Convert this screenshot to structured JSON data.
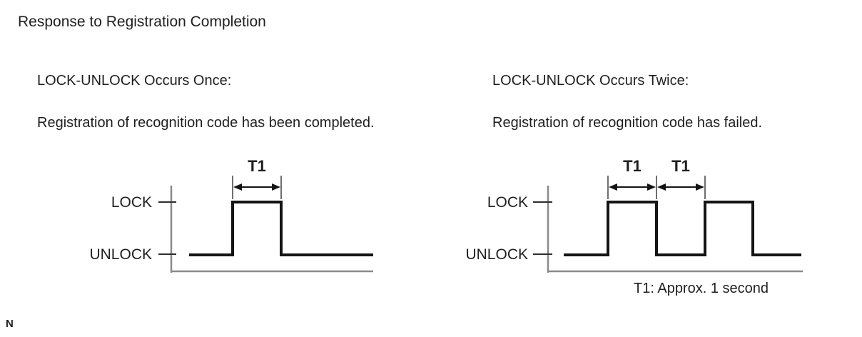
{
  "page": {
    "title": "Response to Registration Completion",
    "timing_note": "T1: Approx. 1 second",
    "footnote_marker": "N"
  },
  "panels": [
    {
      "heading": "LOCK-UNLOCK Occurs Once:",
      "description": "Registration of recognition code has been completed.",
      "diagram": {
        "high_label": "LOCK",
        "low_label": "UNLOCK",
        "pulse_count": 1,
        "intervals": [
          "T1"
        ]
      }
    },
    {
      "heading": "LOCK-UNLOCK Occurs Twice:",
      "description": "Registration of recognition code has failed.",
      "diagram": {
        "high_label": "LOCK",
        "low_label": "UNLOCK",
        "pulse_count": 2,
        "intervals": [
          "T1",
          "T1"
        ]
      }
    }
  ],
  "colors": {
    "background": "#ffffff",
    "text": "#1f1f1f",
    "waveform": "#141414",
    "axis": "#8a8a8a"
  }
}
